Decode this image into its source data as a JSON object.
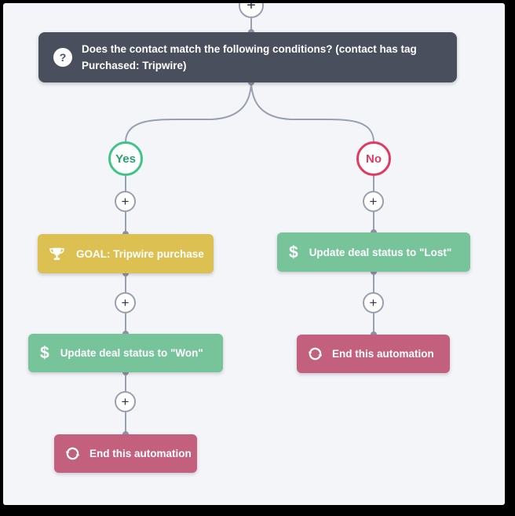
{
  "icons": {
    "plus": "+",
    "question": "?",
    "dollar": "$"
  },
  "condition": {
    "label": "Does the contact match the following conditions? (contact has tag Purchased: Tripwire)"
  },
  "branches": {
    "yes": {
      "label": "Yes"
    },
    "no": {
      "label": "No"
    }
  },
  "nodes": {
    "goal": {
      "label": "GOAL: Tripwire purchase"
    },
    "update_won": {
      "label": "Update deal status to \"Won\""
    },
    "end_after_won": {
      "label": "End this automation"
    },
    "update_lost": {
      "label": "Update deal status to \"Lost\""
    },
    "end_after_lost": {
      "label": "End this automation"
    }
  },
  "colors": {
    "background": "#f4f5f9",
    "condition_bg": "#4a4f5e",
    "goal_bg": "#dcc052",
    "deal_bg": "#77c39a",
    "end_bg": "#c2607e",
    "yes_accent": "#3fc389",
    "no_accent": "#e23a5f",
    "wire": "#98a0b0"
  }
}
